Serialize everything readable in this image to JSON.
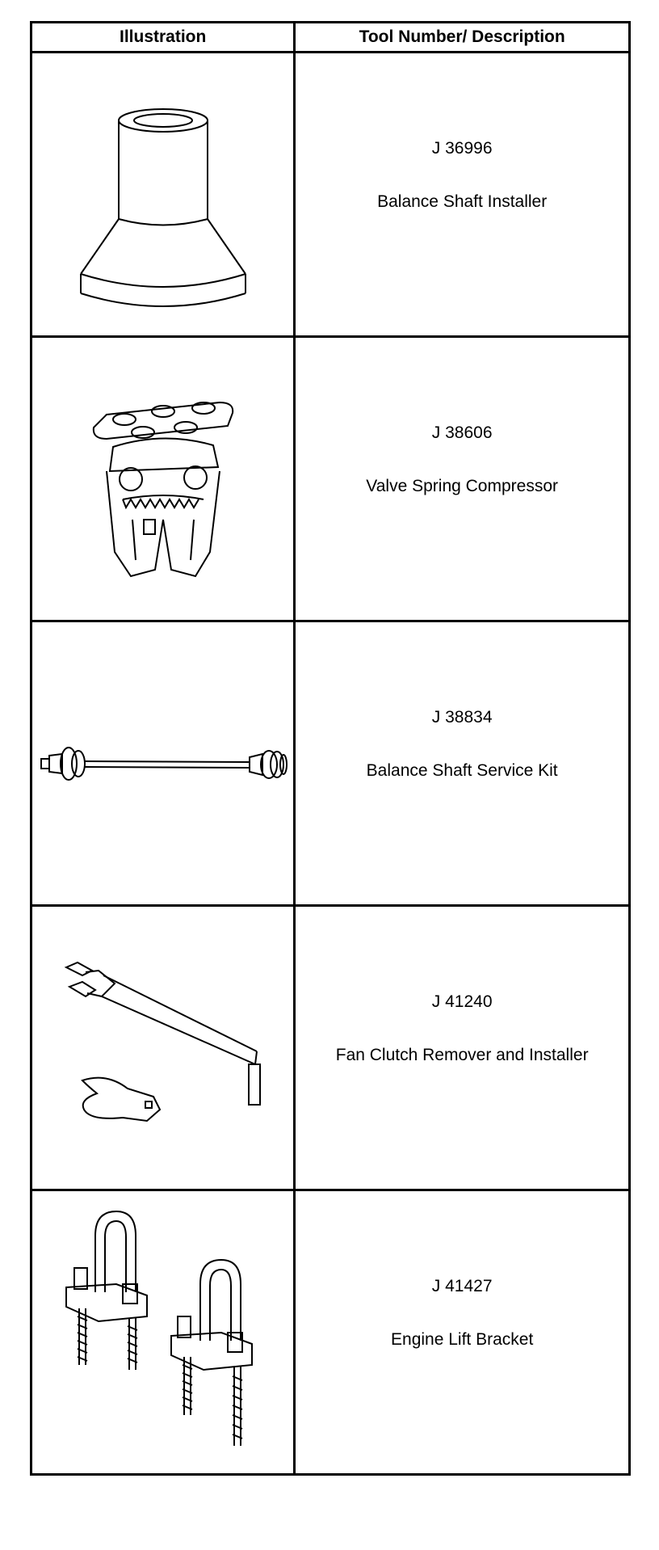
{
  "table": {
    "headers": {
      "illustration": "Illustration",
      "tool": "Tool Number/ Description"
    },
    "rows": [
      {
        "number": "J 36996",
        "description": "Balance Shaft Installer",
        "icon": "balance-shaft-installer-icon"
      },
      {
        "number": "J 38606",
        "description": "Valve Spring Compressor",
        "icon": "valve-spring-compressor-icon"
      },
      {
        "number": "J 38834",
        "description": "Balance Shaft Service Kit",
        "icon": "balance-shaft-service-kit-icon"
      },
      {
        "number": "J 41240",
        "description": "Fan Clutch Remover and Installer",
        "icon": "fan-clutch-remover-icon"
      },
      {
        "number": "J 41427",
        "description": "Engine Lift Bracket",
        "icon": "engine-lift-bracket-icon"
      }
    ]
  }
}
